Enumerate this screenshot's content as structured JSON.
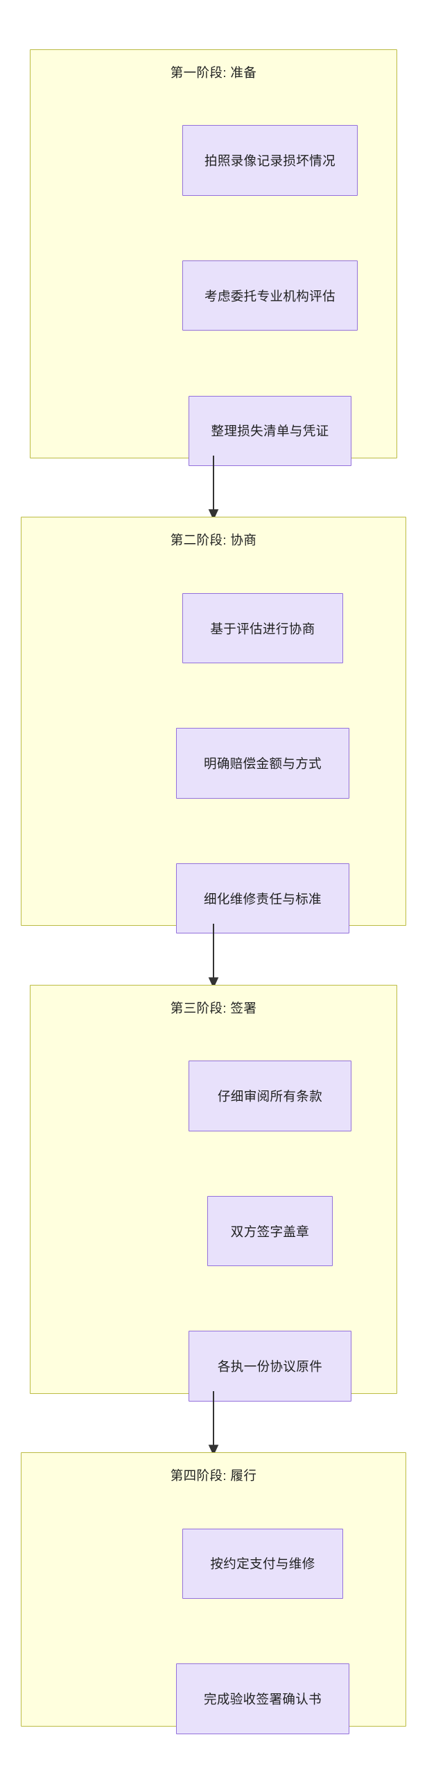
{
  "diagram": {
    "type": "flowchart",
    "direction": "top-down",
    "colors": {
      "subgraph_fill": "#ffffde",
      "subgraph_border": "#bbbb44",
      "node_fill": "#e8e1fb",
      "node_border": "#9370db",
      "edge": "#333333",
      "text": "#1f2020",
      "background": "#ffffff"
    },
    "phases": [
      {
        "id": "phase-1",
        "title": "第一阶段: 准备",
        "nodes": [
          {
            "id": "p1-n1",
            "label": "拍照录像记录损坏情况"
          },
          {
            "id": "p1-n2",
            "label": "考虑委托专业机构评估"
          },
          {
            "id": "p1-n3",
            "label": "整理损失清单与凭证"
          }
        ]
      },
      {
        "id": "phase-2",
        "title": "第二阶段: 协商",
        "nodes": [
          {
            "id": "p2-n1",
            "label": "基于评估进行协商"
          },
          {
            "id": "p2-n2",
            "label": "明确赔偿金额与方式"
          },
          {
            "id": "p2-n3",
            "label": "细化维修责任与标准"
          }
        ]
      },
      {
        "id": "phase-3",
        "title": "第三阶段: 签署",
        "nodes": [
          {
            "id": "p3-n1",
            "label": "仔细审阅所有条款"
          },
          {
            "id": "p3-n2",
            "label": "双方签字盖章"
          },
          {
            "id": "p3-n3",
            "label": "各执一份协议原件"
          }
        ]
      },
      {
        "id": "phase-4",
        "title": "第四阶段: 履行",
        "nodes": [
          {
            "id": "p4-n1",
            "label": "按约定支付与维修"
          },
          {
            "id": "p4-n2",
            "label": "完成验收签署确认书"
          }
        ]
      }
    ],
    "edges": [
      {
        "from": "phase-1",
        "to": "phase-2",
        "label": ""
      },
      {
        "from": "phase-2",
        "to": "phase-3",
        "label": ""
      },
      {
        "from": "phase-3",
        "to": "phase-4",
        "label": ""
      }
    ]
  }
}
